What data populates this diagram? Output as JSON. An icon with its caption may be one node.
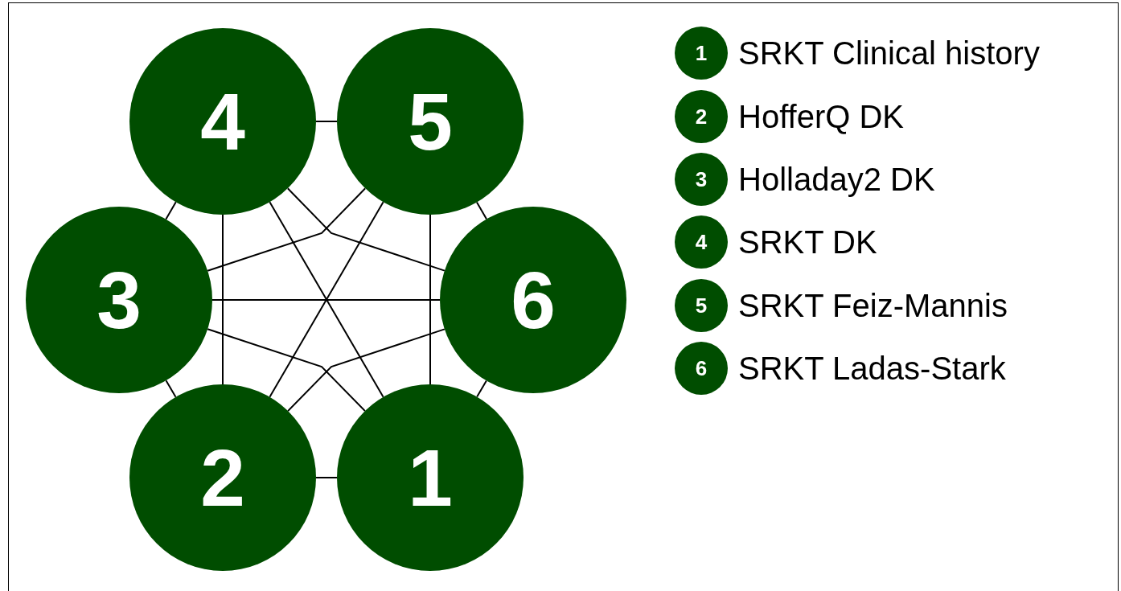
{
  "diagram": {
    "nodes": [
      {
        "text": [
          "4"
        ]
      },
      {
        "text": [
          "5"
        ]
      },
      {
        "text": [
          "3"
        ]
      },
      {
        "text": [
          "6"
        ]
      },
      {
        "text": [
          "2"
        ]
      },
      {
        "text": [
          "1"
        ]
      },
      {
        "text": [
          "1"
        ],
        "beside": [
          "SRKT Clinical history"
        ]
      },
      {
        "text": [
          "2"
        ],
        "beside": [
          "HofferQ DK"
        ]
      },
      {
        "text": [
          "3"
        ],
        "beside": [
          "Holladay2 DK"
        ]
      },
      {
        "text": [
          "4"
        ],
        "beside": [
          "SRKT DK"
        ]
      },
      {
        "text": [
          "5"
        ],
        "beside": [
          "SRKT Feiz-Mannis"
        ]
      },
      {
        "text": [
          "6"
        ],
        "beside": [
          "SRKT Ladas-Stark"
        ]
      }
    ],
    "edges": [
      {
        "from": 0,
        "to": 1,
        "arrow": "none"
      },
      {
        "from": 0,
        "to": 2,
        "arrow": "none"
      },
      {
        "from": 0,
        "to": 3,
        "arrow": "none"
      },
      {
        "from": 0,
        "to": 4,
        "arrow": "none"
      },
      {
        "from": 0,
        "to": 5,
        "arrow": "none"
      },
      {
        "from": 1,
        "to": 2,
        "arrow": "none"
      },
      {
        "from": 1,
        "to": 3,
        "arrow": "none"
      },
      {
        "from": 1,
        "to": 4,
        "arrow": "none"
      },
      {
        "from": 1,
        "to": 5,
        "arrow": "none"
      },
      {
        "from": 2,
        "to": 3,
        "arrow": "none"
      },
      {
        "from": 2,
        "to": 4,
        "arrow": "none"
      },
      {
        "from": 2,
        "to": 5,
        "arrow": "none"
      },
      {
        "from": 3,
        "to": 4,
        "arrow": "none"
      },
      {
        "from": 3,
        "to": 5,
        "arrow": "none"
      },
      {
        "from": 4,
        "to": 5,
        "arrow": "none"
      }
    ]
  }
}
